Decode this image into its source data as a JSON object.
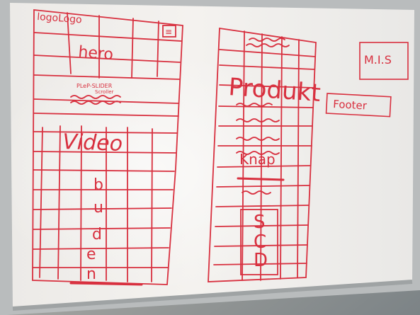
{
  "marker_color": "#d8303f",
  "board_color": "#f2f0ee",
  "left_sketch": {
    "logo_label": "logoLogo",
    "menu_label": "≡",
    "hero_label": "hero",
    "scribble_line_1": "PLeP-SLIDER",
    "scribble_line_2": "Scroller",
    "video_label": "Video",
    "vertical_letters": [
      "b",
      "u",
      "d",
      "e",
      "n"
    ]
  },
  "right_sketch": {
    "product_label": "Produkt",
    "button_label": "Knap",
    "vertical_letters": [
      "S",
      "C",
      "D"
    ]
  },
  "notes": {
    "mis_label": "M.I.S",
    "footer_label": "Footer"
  }
}
